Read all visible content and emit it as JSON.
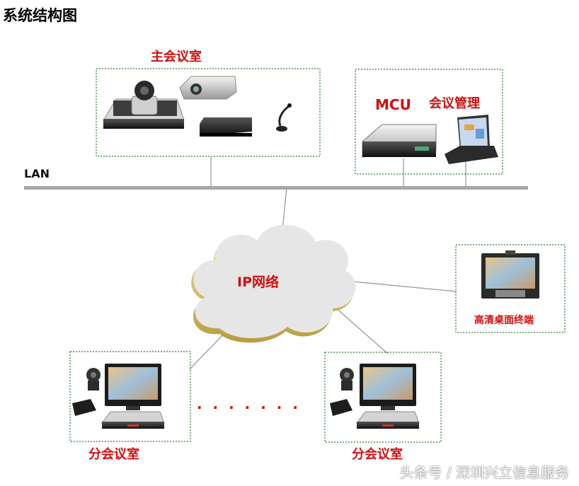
{
  "title": "系统结构图",
  "lan_label": "LAN",
  "main_room": {
    "label": "主会议室"
  },
  "mcu": {
    "label": "MCU"
  },
  "conf_mgmt": {
    "label": "会议管理"
  },
  "ip_network": {
    "label": "IP网络"
  },
  "hd_terminal": {
    "label": "高清桌面终端"
  },
  "branch_left": {
    "label": "分会议室"
  },
  "branch_right": {
    "label": "分会议室"
  },
  "ellipsis": "· · · · · · ·",
  "watermark": "头条号 / 深圳兴立信息服务",
  "colors": {
    "label_red": "#d40f0f",
    "box_border": "#2e7d32",
    "lan_line": "#a6a6a6",
    "cloud": "#e6e6e6"
  }
}
